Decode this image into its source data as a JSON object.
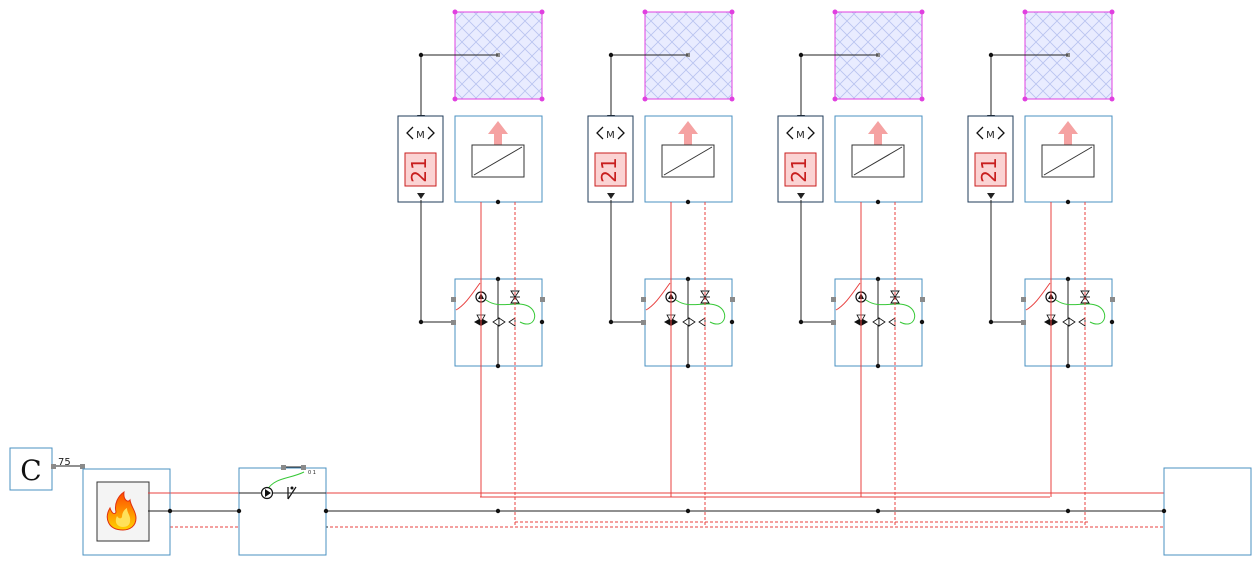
{
  "controller": {
    "label": "C",
    "value": "75"
  },
  "pump_unit": {
    "label": "0 1"
  },
  "zones": [
    {
      "setpoint": "21",
      "mode": "M"
    },
    {
      "setpoint": "21",
      "mode": "M"
    },
    {
      "setpoint": "21",
      "mode": "M"
    },
    {
      "setpoint": "21",
      "mode": "M"
    }
  ],
  "icons": {
    "boiler": "flame-icon",
    "pump": "pump-icon",
    "check_valve": "check-valve-icon",
    "radiator": "radiator-icon",
    "heat_arrow": "heat-output-arrow-icon",
    "zone_sensor": "room-sensor-icon",
    "mixing_valve": "mixing-valve-icon"
  },
  "colors": {
    "supply": "#e8403f",
    "return": "#e8403f",
    "signal": "#222222",
    "control": "#37c837",
    "frame": "#4a90c2",
    "room": "#e040e0"
  }
}
